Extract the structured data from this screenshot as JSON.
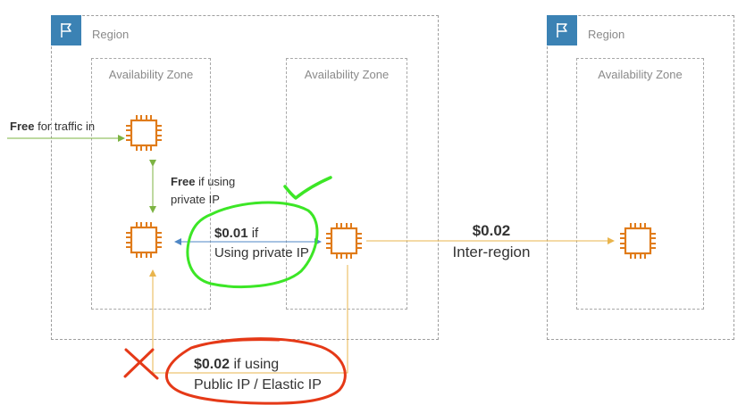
{
  "colors": {
    "region_flag": "#3b82b4",
    "ec2_orange": "#e07b1a",
    "green_arrow": "#7cb342",
    "blue_arrow": "#4f87c5",
    "gold_line": "#e9b44c",
    "annotation_red": "#e53917",
    "annotation_green": "#3ce626"
  },
  "regions": {
    "left": {
      "label": "Region",
      "icon": "flag-icon"
    },
    "right": {
      "label": "Region",
      "icon": "flag-icon"
    }
  },
  "availability_zones": {
    "az1": "Availability Zone",
    "az2": "Availability Zone",
    "az3": "Availability Zone"
  },
  "labels": {
    "free_in_bold": "Free",
    "free_in_rest": " for traffic in",
    "free_private_bold": "Free",
    "free_private_line1_rest": " if using",
    "free_private_line2": "private IP",
    "cost_private_bold": "$0.01",
    "cost_private_line1_rest": " if",
    "cost_private_line2": "Using private IP",
    "cost_inter_region_line1": "$0.02",
    "cost_inter_region_line2": "Inter-region",
    "cost_public_bold": "$0.02",
    "cost_public_line1_rest": " if using",
    "cost_public_line2": "Public IP / Elastic IP"
  },
  "ec2_instances": [
    "ec2-chip-icon",
    "ec2-chip-icon",
    "ec2-chip-icon",
    "ec2-chip-icon"
  ]
}
